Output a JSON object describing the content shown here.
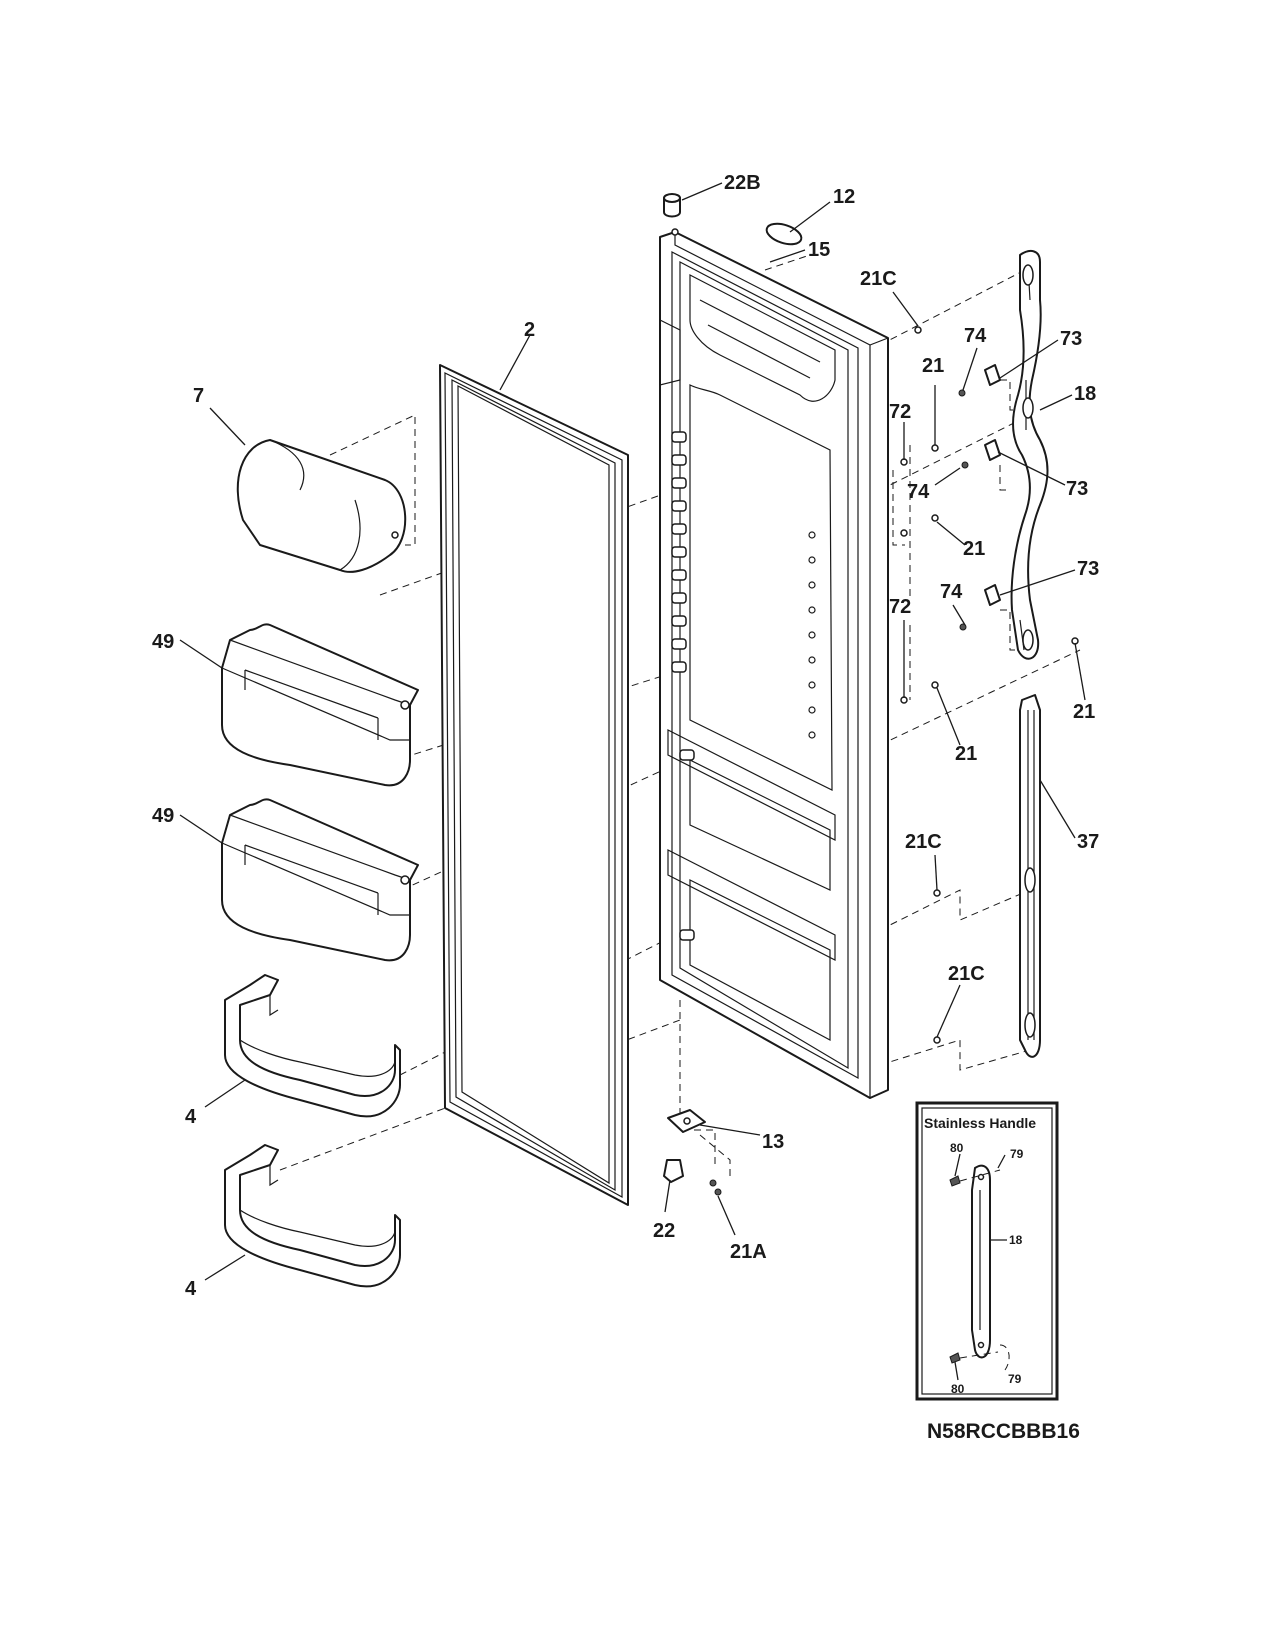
{
  "diagram": {
    "callouts": {
      "p22b": "22B",
      "p12": "12",
      "p15": "15",
      "p21c_top": "21C",
      "p2": "2",
      "p7": "7",
      "p74_a": "74",
      "p73_a": "73",
      "p21_a": "21",
      "p18": "18",
      "p72_a": "72",
      "p74_b": "74",
      "p73_b": "73",
      "p21_b": "21",
      "p72_b": "72",
      "p74_c": "74",
      "p73_c": "73",
      "p21_c": "21",
      "p21_d": "21",
      "p37": "37",
      "p21c_mid": "21C",
      "p21c_bot": "21C",
      "p49_a": "49",
      "p49_b": "49",
      "p4_a": "4",
      "p4_b": "4",
      "p13": "13",
      "p22": "22",
      "p21a": "21A"
    },
    "inset": {
      "title": "Stainless Handle",
      "p80_top": "80",
      "p79_top": "79",
      "p18": "18",
      "p80_bot": "80",
      "p79_bot": "79"
    },
    "model_number": "N58RCCBBB16"
  }
}
